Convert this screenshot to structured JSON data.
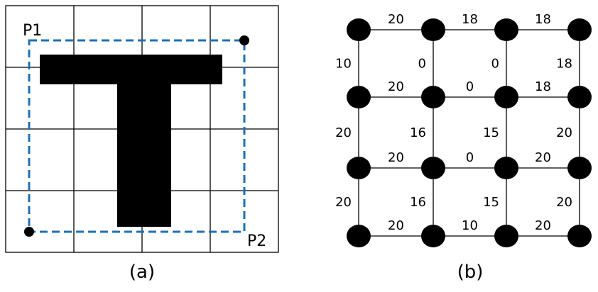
{
  "panel_a": {
    "caption": "(a)",
    "point_1": "P1",
    "point_2": "P2",
    "colors": {
      "dashed_box": "#1f6fb5",
      "shape": "#000000",
      "grid": "#000000"
    }
  },
  "panel_b": {
    "caption": "(b)",
    "colors": {
      "zero_label": "#e02020",
      "label": "#000000",
      "node": "#000000"
    },
    "horizontal_edge_labels": [
      [
        "20",
        "18",
        "18"
      ],
      [
        "20",
        "0",
        "18"
      ],
      [
        "20",
        "0",
        "20"
      ],
      [
        "20",
        "10",
        "20"
      ]
    ],
    "vertical_edge_labels": [
      [
        "10",
        "0",
        "0",
        "18"
      ],
      [
        "20",
        "16",
        "15",
        "20"
      ],
      [
        "20",
        "16",
        "15",
        "20"
      ]
    ]
  }
}
